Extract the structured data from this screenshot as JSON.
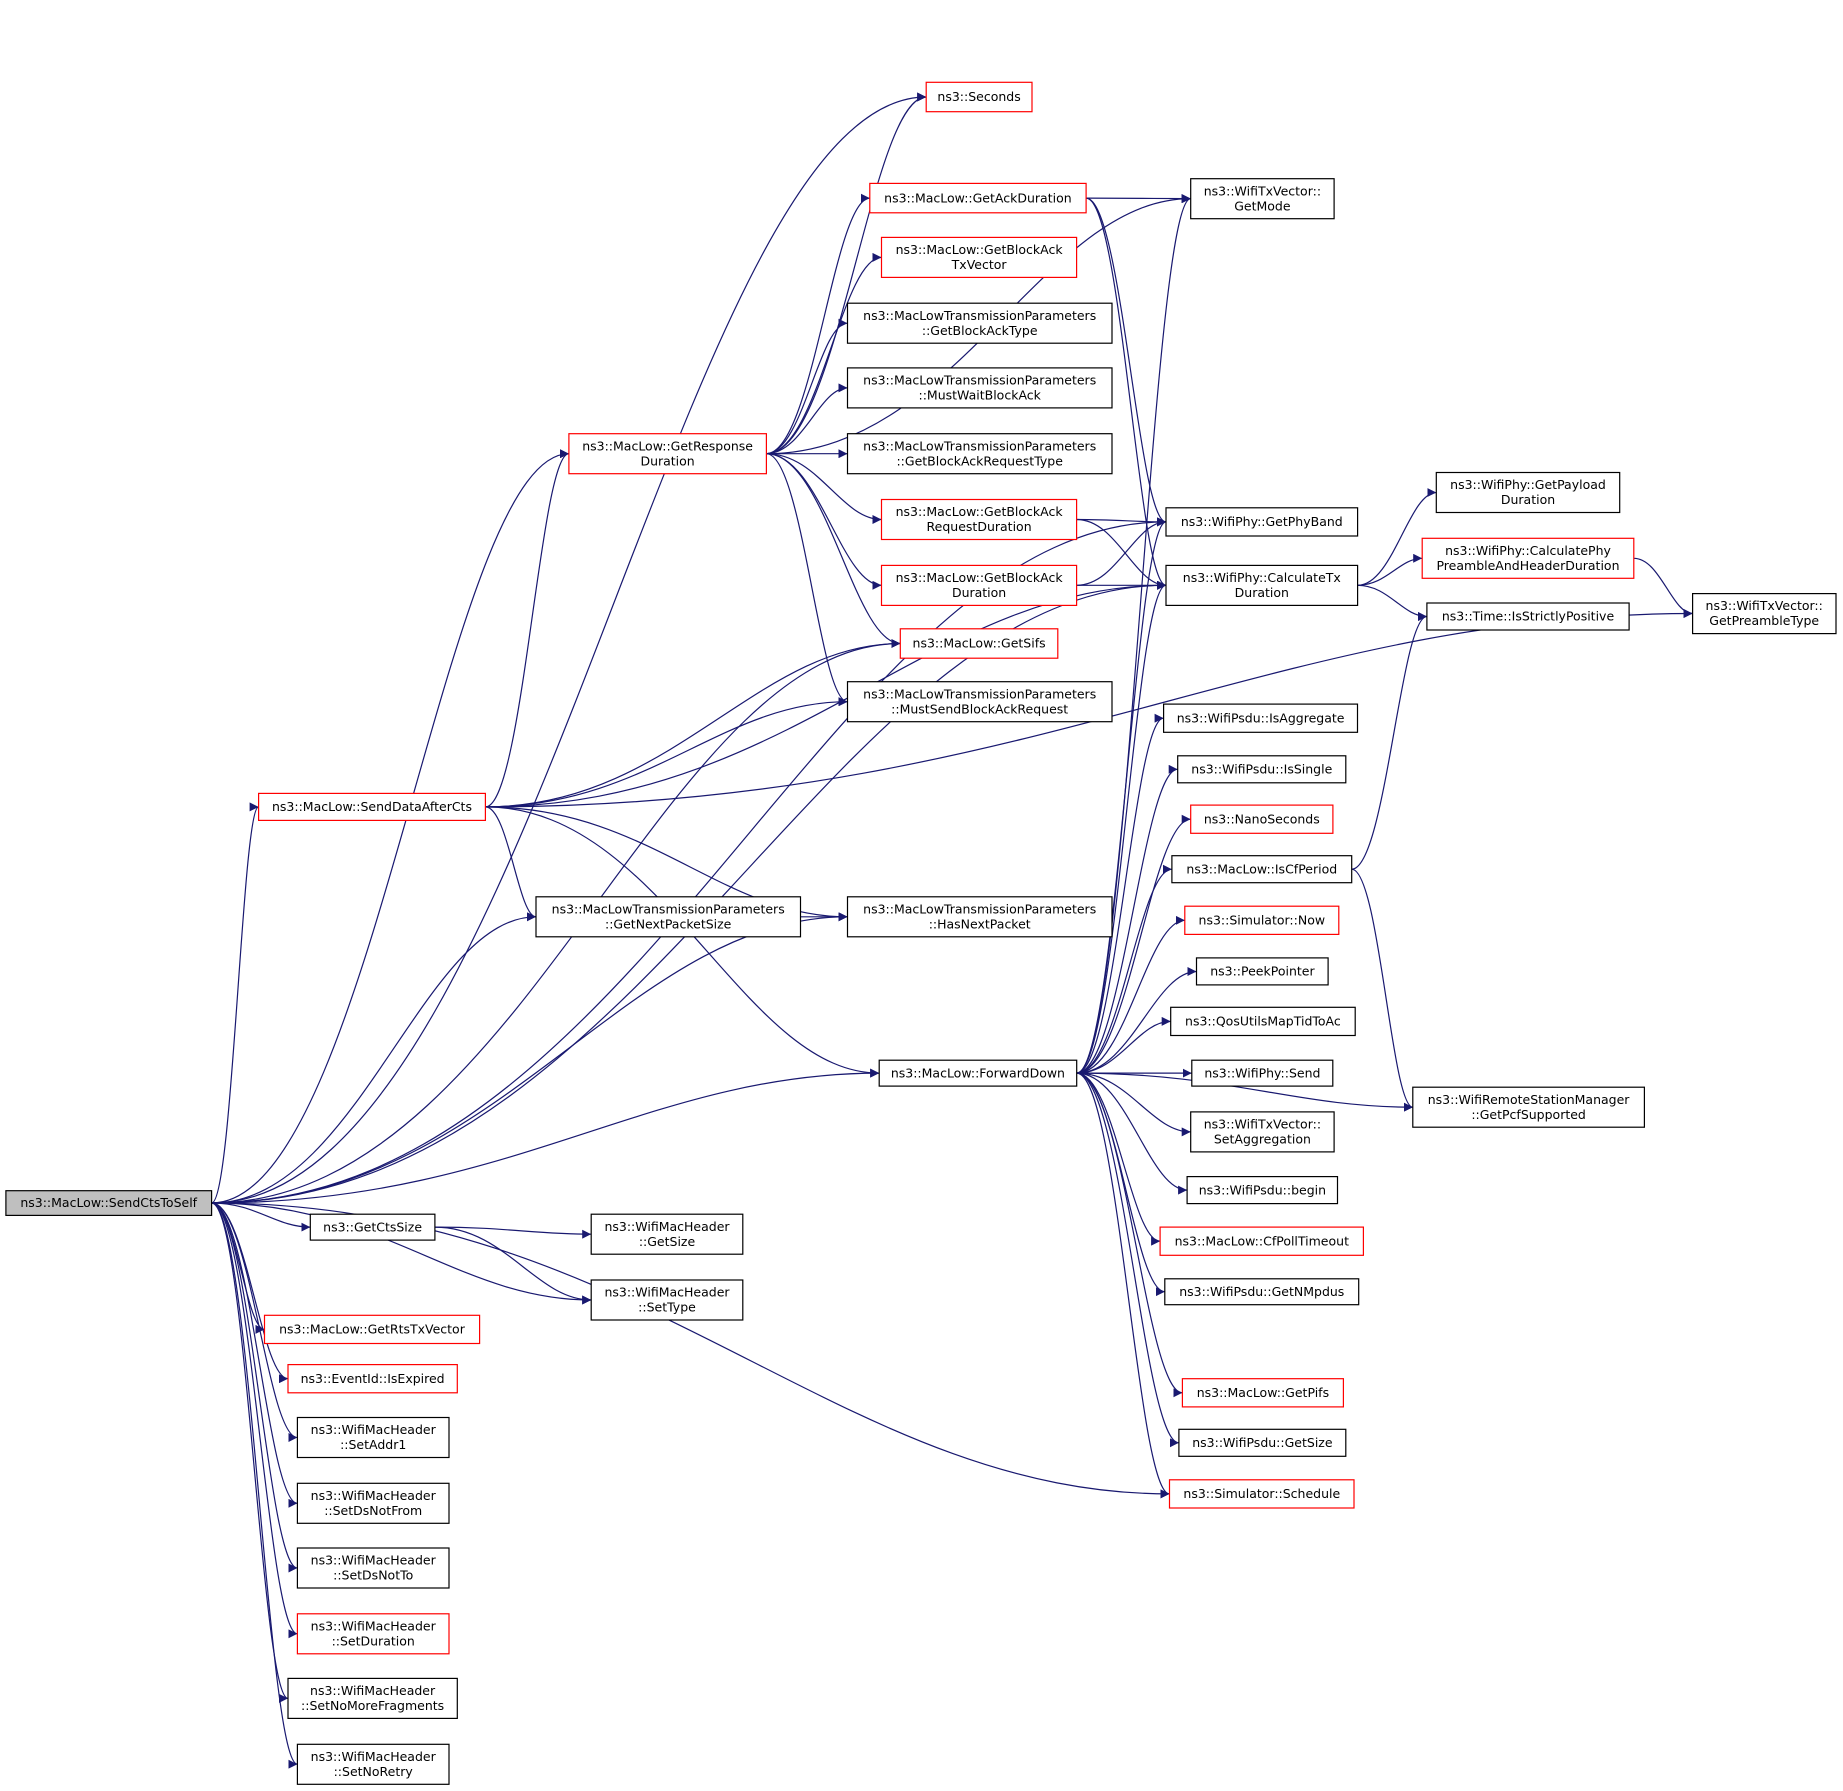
{
  "graph": {
    "nodes": [
      {
        "id": "root",
        "lines": [
          "ns3::MacLow::SendCtsToSelf"
        ],
        "style": "root"
      },
      {
        "id": "seconds",
        "lines": [
          "ns3::Seconds"
        ],
        "style": "red"
      },
      {
        "id": "txvec_getmode",
        "lines": [
          "ns3::WifiTxVector::",
          "GetMode"
        ],
        "style": "black"
      },
      {
        "id": "getackdur",
        "lines": [
          "ns3::MacLow::GetAckDuration"
        ],
        "style": "red"
      },
      {
        "id": "getbatxvec",
        "lines": [
          "ns3::MacLow::GetBlockAck",
          "TxVector"
        ],
        "style": "red"
      },
      {
        "id": "mltp_getbatype",
        "lines": [
          "ns3::MacLowTransmissionParameters",
          "::GetBlockAckType"
        ],
        "style": "black"
      },
      {
        "id": "mltp_mustwait",
        "lines": [
          "ns3::MacLowTransmissionParameters",
          "::MustWaitBlockAck"
        ],
        "style": "black"
      },
      {
        "id": "getrespdur",
        "lines": [
          "ns3::MacLow::GetResponse",
          "Duration"
        ],
        "style": "red"
      },
      {
        "id": "mltp_getbareqtype",
        "lines": [
          "ns3::MacLowTransmissionParameters",
          "::GetBlockAckRequestType"
        ],
        "style": "black"
      },
      {
        "id": "getbareqdur",
        "lines": [
          "ns3::MacLow::GetBlockAck",
          "RequestDuration"
        ],
        "style": "red"
      },
      {
        "id": "getbadur",
        "lines": [
          "ns3::MacLow::GetBlockAck",
          "Duration"
        ],
        "style": "red"
      },
      {
        "id": "getsifs",
        "lines": [
          "ns3::MacLow::GetSifs"
        ],
        "style": "red"
      },
      {
        "id": "mltp_mustsendbar",
        "lines": [
          "ns3::MacLowTransmissionParameters",
          "::MustSendBlockAckRequest"
        ],
        "style": "black"
      },
      {
        "id": "senddataaftercts",
        "lines": [
          "ns3::MacLow::SendDataAfterCts"
        ],
        "style": "red"
      },
      {
        "id": "mltp_getnextsize",
        "lines": [
          "ns3::MacLowTransmissionParameters",
          "::GetNextPacketSize"
        ],
        "style": "black"
      },
      {
        "id": "mltp_hasnext",
        "lines": [
          "ns3::MacLowTransmissionParameters",
          "::HasNextPacket"
        ],
        "style": "black"
      },
      {
        "id": "forwarddown",
        "lines": [
          "ns3::MacLow::ForwardDown"
        ],
        "style": "black"
      },
      {
        "id": "getphyband",
        "lines": [
          "ns3::WifiPhy::GetPhyBand"
        ],
        "style": "black"
      },
      {
        "id": "calctxdur",
        "lines": [
          "ns3::WifiPhy::CalculateTx",
          "Duration"
        ],
        "style": "black"
      },
      {
        "id": "getpayloaddur",
        "lines": [
          "ns3::WifiPhy::GetPayload",
          "Duration"
        ],
        "style": "black"
      },
      {
        "id": "calcphypre",
        "lines": [
          "ns3::WifiPhy::CalculatePhy",
          "PreambleAndHeaderDuration"
        ],
        "style": "red"
      },
      {
        "id": "isstrictlypos",
        "lines": [
          "ns3::Time::IsStrictlyPositive"
        ],
        "style": "black"
      },
      {
        "id": "getpreambletype",
        "lines": [
          "ns3::WifiTxVector::",
          "GetPreambleType"
        ],
        "style": "black"
      },
      {
        "id": "psdu_isagg",
        "lines": [
          "ns3::WifiPsdu::IsAggregate"
        ],
        "style": "black"
      },
      {
        "id": "psdu_issingle",
        "lines": [
          "ns3::WifiPsdu::IsSingle"
        ],
        "style": "black"
      },
      {
        "id": "nanoseconds",
        "lines": [
          "ns3::NanoSeconds"
        ],
        "style": "red"
      },
      {
        "id": "iscfperiod",
        "lines": [
          "ns3::MacLow::IsCfPeriod"
        ],
        "style": "black"
      },
      {
        "id": "simnow",
        "lines": [
          "ns3::Simulator::Now"
        ],
        "style": "red"
      },
      {
        "id": "peekpointer",
        "lines": [
          "ns3::PeekPointer"
        ],
        "style": "black"
      },
      {
        "id": "qosmaptid",
        "lines": [
          "ns3::QosUtilsMapTidToAc"
        ],
        "style": "black"
      },
      {
        "id": "phy_send",
        "lines": [
          "ns3::WifiPhy::Send"
        ],
        "style": "black"
      },
      {
        "id": "txvec_setagg",
        "lines": [
          "ns3::WifiTxVector::",
          "SetAggregation"
        ],
        "style": "black"
      },
      {
        "id": "psdu_begin",
        "lines": [
          "ns3::WifiPsdu::begin"
        ],
        "style": "black"
      },
      {
        "id": "cfpolltimeout",
        "lines": [
          "ns3::MacLow::CfPollTimeout"
        ],
        "style": "red"
      },
      {
        "id": "psdu_getnmpdus",
        "lines": [
          "ns3::WifiPsdu::GetNMpdus"
        ],
        "style": "black"
      },
      {
        "id": "getpifs",
        "lines": [
          "ns3::MacLow::GetPifs"
        ],
        "style": "red"
      },
      {
        "id": "psdu_getsize",
        "lines": [
          "ns3::WifiPsdu::GetSize"
        ],
        "style": "black"
      },
      {
        "id": "simschedule",
        "lines": [
          "ns3::Simulator::Schedule"
        ],
        "style": "red"
      },
      {
        "id": "getpcfsupported",
        "lines": [
          "ns3::WifiRemoteStationManager",
          "::GetPcfSupported"
        ],
        "style": "black"
      },
      {
        "id": "getctssize",
        "lines": [
          "ns3::GetCtsSize"
        ],
        "style": "black"
      },
      {
        "id": "hdr_getsize",
        "lines": [
          "ns3::WifiMacHeader",
          "::GetSize"
        ],
        "style": "black"
      },
      {
        "id": "hdr_settype",
        "lines": [
          "ns3::WifiMacHeader",
          "::SetType"
        ],
        "style": "black"
      },
      {
        "id": "getrtstxvec",
        "lines": [
          "ns3::MacLow::GetRtsTxVector"
        ],
        "style": "red"
      },
      {
        "id": "eventid_isexpired",
        "lines": [
          "ns3::EventId::IsExpired"
        ],
        "style": "red"
      },
      {
        "id": "hdr_setaddr1",
        "lines": [
          "ns3::WifiMacHeader",
          "::SetAddr1"
        ],
        "style": "black"
      },
      {
        "id": "hdr_setdsnotfrom",
        "lines": [
          "ns3::WifiMacHeader",
          "::SetDsNotFrom"
        ],
        "style": "black"
      },
      {
        "id": "hdr_setdsnotto",
        "lines": [
          "ns3::WifiMacHeader",
          "::SetDsNotTo"
        ],
        "style": "black"
      },
      {
        "id": "hdr_setduration",
        "lines": [
          "ns3::WifiMacHeader",
          "::SetDuration"
        ],
        "style": "red"
      },
      {
        "id": "hdr_setnomorefrag",
        "lines": [
          "ns3::WifiMacHeader",
          "::SetNoMoreFragments"
        ],
        "style": "black"
      },
      {
        "id": "hdr_setnoretry",
        "lines": [
          "ns3::WifiMacHeader",
          "::SetNoRetry"
        ],
        "style": "black"
      }
    ],
    "edges": [
      [
        "root",
        "getphyband"
      ],
      [
        "root",
        "seconds"
      ],
      [
        "root",
        "getrespdur"
      ],
      [
        "root",
        "getsifs"
      ],
      [
        "root",
        "senddataaftercts"
      ],
      [
        "root",
        "mltp_getnextsize"
      ],
      [
        "root",
        "mltp_hasnext"
      ],
      [
        "root",
        "calctxdur"
      ],
      [
        "root",
        "forwarddown"
      ],
      [
        "root",
        "simschedule"
      ],
      [
        "root",
        "getctssize"
      ],
      [
        "root",
        "hdr_settype"
      ],
      [
        "root",
        "getrtstxvec"
      ],
      [
        "root",
        "eventid_isexpired"
      ],
      [
        "root",
        "hdr_setaddr1"
      ],
      [
        "root",
        "hdr_setdsnotfrom"
      ],
      [
        "root",
        "hdr_setdsnotto"
      ],
      [
        "root",
        "hdr_setduration"
      ],
      [
        "root",
        "hdr_setnomorefrag"
      ],
      [
        "root",
        "hdr_setnoretry"
      ],
      [
        "getrespdur",
        "seconds"
      ],
      [
        "getrespdur",
        "txvec_getmode"
      ],
      [
        "getrespdur",
        "getackdur"
      ],
      [
        "getrespdur",
        "getbatxvec"
      ],
      [
        "getrespdur",
        "mltp_getbatype"
      ],
      [
        "getrespdur",
        "mltp_mustwait"
      ],
      [
        "getrespdur",
        "mltp_getbareqtype"
      ],
      [
        "getrespdur",
        "getbareqdur"
      ],
      [
        "getrespdur",
        "getbadur"
      ],
      [
        "getrespdur",
        "getsifs"
      ],
      [
        "getrespdur",
        "mltp_mustsendbar"
      ],
      [
        "getackdur",
        "txvec_getmode"
      ],
      [
        "getackdur",
        "getphyband"
      ],
      [
        "getackdur",
        "calctxdur"
      ],
      [
        "getbareqdur",
        "getphyband"
      ],
      [
        "getbareqdur",
        "calctxdur"
      ],
      [
        "getbadur",
        "getphyband"
      ],
      [
        "getbadur",
        "calctxdur"
      ],
      [
        "calctxdur",
        "getpayloaddur"
      ],
      [
        "calctxdur",
        "calcphypre"
      ],
      [
        "calctxdur",
        "isstrictlypos"
      ],
      [
        "calcphypre",
        "getpreambletype"
      ],
      [
        "senddataaftercts",
        "getrespdur"
      ],
      [
        "senddataaftercts",
        "getsifs"
      ],
      [
        "senddataaftercts",
        "mltp_mustsendbar"
      ],
      [
        "senddataaftercts",
        "calctxdur"
      ],
      [
        "senddataaftercts",
        "getpreambletype"
      ],
      [
        "senddataaftercts",
        "mltp_getnextsize"
      ],
      [
        "senddataaftercts",
        "mltp_hasnext"
      ],
      [
        "senddataaftercts",
        "forwarddown"
      ],
      [
        "mltp_getnextsize",
        "mltp_hasnext"
      ],
      [
        "forwarddown",
        "txvec_getmode"
      ],
      [
        "forwarddown",
        "getphyband"
      ],
      [
        "forwarddown",
        "calctxdur"
      ],
      [
        "forwarddown",
        "psdu_isagg"
      ],
      [
        "forwarddown",
        "psdu_issingle"
      ],
      [
        "forwarddown",
        "nanoseconds"
      ],
      [
        "forwarddown",
        "iscfperiod"
      ],
      [
        "forwarddown",
        "simnow"
      ],
      [
        "forwarddown",
        "peekpointer"
      ],
      [
        "forwarddown",
        "qosmaptid"
      ],
      [
        "forwarddown",
        "phy_send"
      ],
      [
        "forwarddown",
        "txvec_setagg"
      ],
      [
        "forwarddown",
        "psdu_begin"
      ],
      [
        "forwarddown",
        "cfpolltimeout"
      ],
      [
        "forwarddown",
        "psdu_getnmpdus"
      ],
      [
        "forwarddown",
        "getpcfsupported"
      ],
      [
        "forwarddown",
        "getpifs"
      ],
      [
        "forwarddown",
        "psdu_getsize"
      ],
      [
        "forwarddown",
        "simschedule"
      ],
      [
        "iscfperiod",
        "isstrictlypos"
      ],
      [
        "iscfperiod",
        "getpcfsupported"
      ],
      [
        "getctssize",
        "hdr_getsize"
      ],
      [
        "getctssize",
        "hdr_settype"
      ]
    ]
  }
}
